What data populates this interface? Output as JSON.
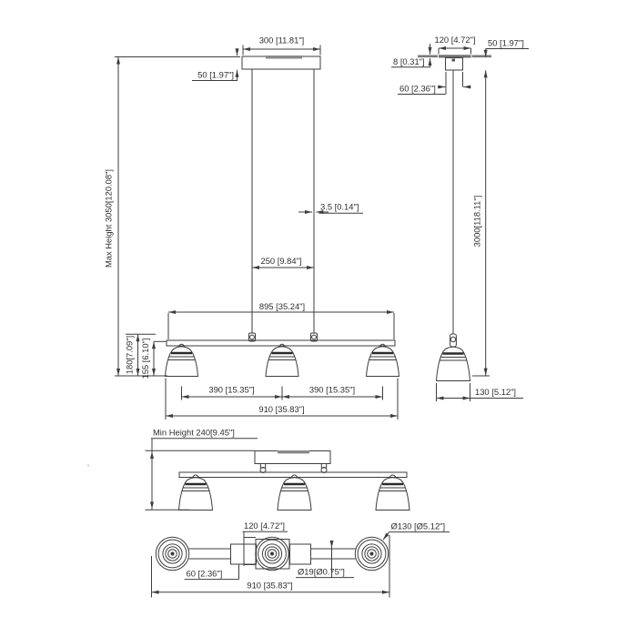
{
  "drawing": {
    "front": {
      "canopy_width": "300 [11.81\"]",
      "canopy_height": "50 [1.97\"]",
      "max_height": "Max Height 3050[120.08\"]",
      "cable_diameter": "3.5 [0.14\"]",
      "cable_spacing": "250 [9.84\"]",
      "rod_length": "895 [35.24\"]",
      "fixture_height": "180[7.09\"]",
      "shade_height": "155 [6.10\"]",
      "shade_spacing_1": "390 [15.35\"]",
      "shade_spacing_2": "390 [15.35\"]",
      "overall_width": "910 [35.83\"]"
    },
    "side": {
      "canopy_width": "120 [4.72\"]",
      "plate_thickness": "8 [0.31\"]",
      "canopy_height": "50 [1.97\"]",
      "canopy_body": "60 [2.36\"]",
      "cord_length": "3000[118.11\"]",
      "shade_diameter": "130 [5.12\"]"
    },
    "min": {
      "min_height": "Min Height 240[9.45\"]"
    },
    "plan": {
      "canopy_width": "120 [4.72\"]",
      "bracket_length": "60 [2.36\"]",
      "rod_diameter": "Ø19[Ø0.75\"]",
      "shade_diameter": "Ø130 [Ø5.12\"]",
      "overall_width": "910 [35.83\"]"
    },
    "colors": {
      "line": "#3e3e3e",
      "text": "#2e2e2e",
      "gray_fill": "#8a8a8a"
    }
  }
}
